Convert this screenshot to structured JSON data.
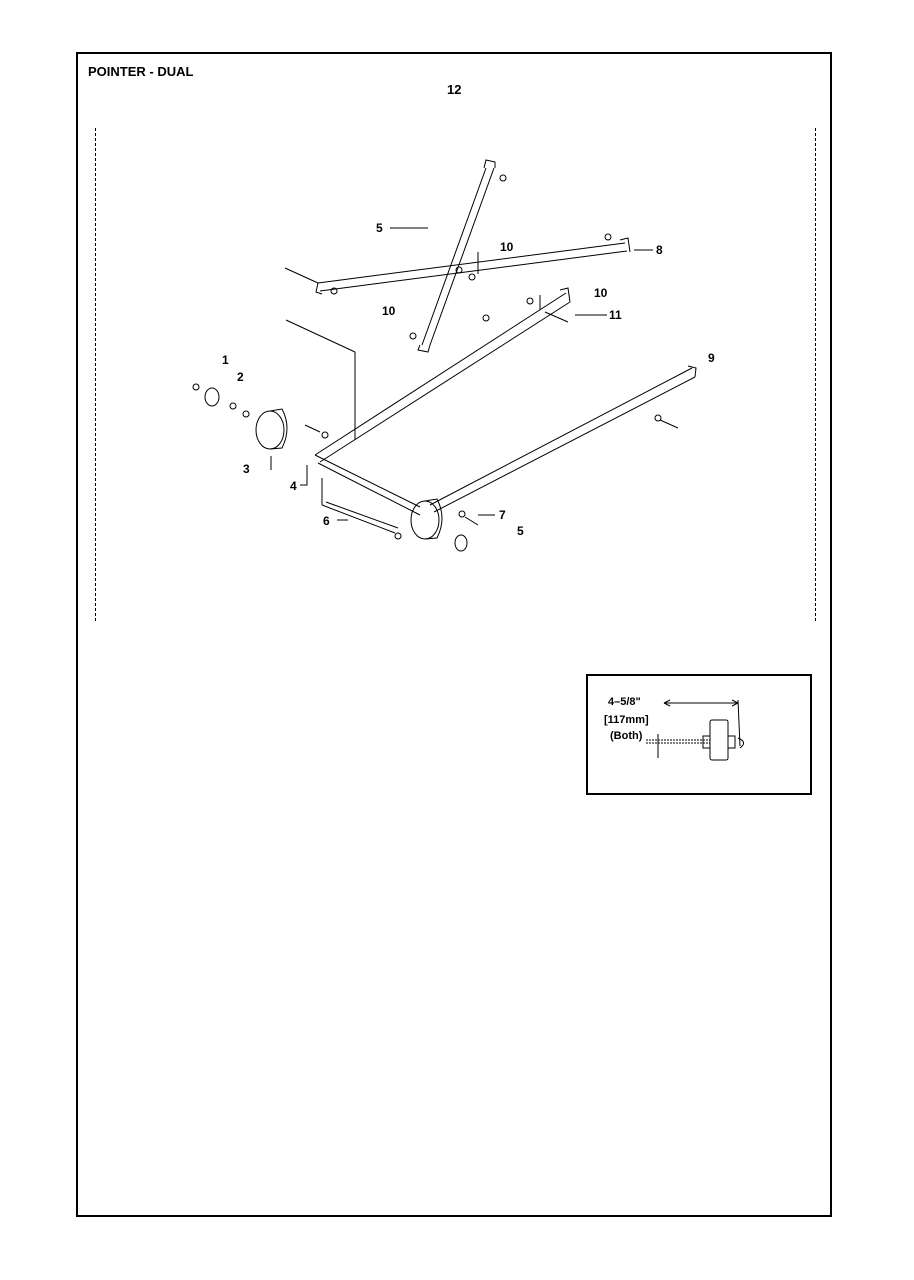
{
  "page": {
    "title": "POINTER - DUAL",
    "page_number": "12"
  },
  "callouts": {
    "c1": "1",
    "c2": "2",
    "c3": "3",
    "c4": "4",
    "c5a": "5",
    "c5b": "5",
    "c6": "6",
    "c7": "7",
    "c8": "8",
    "c9": "9",
    "c10a": "10",
    "c10b": "10",
    "c10c": "10",
    "c11": "11"
  },
  "inset": {
    "dimension": "4–5/8\"",
    "metric": "[117mm]",
    "note": "(Both)"
  }
}
